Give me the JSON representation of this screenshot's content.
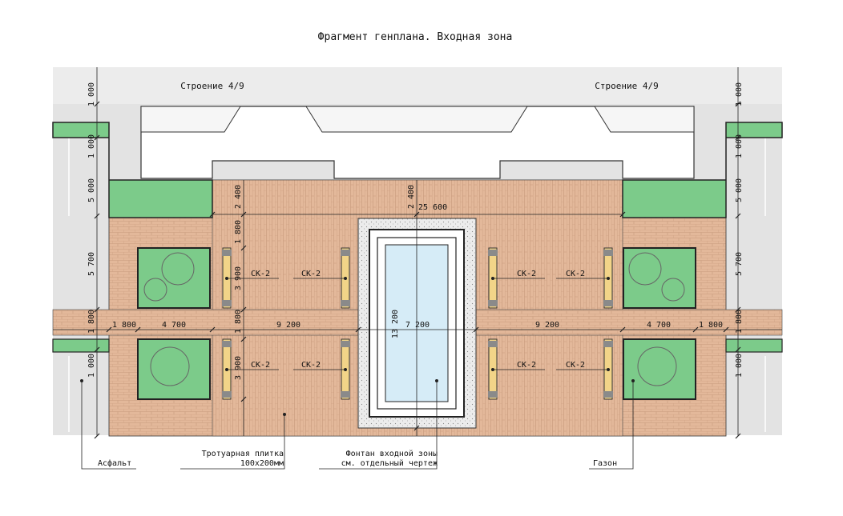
{
  "title": "Фрагмент генплана. Входная зона",
  "buildings": {
    "left": "Строение 4/9",
    "right": "Строение 4/9"
  },
  "dimensions": {
    "overall": "25 600",
    "h_left_outer": "1 800",
    "h_left_inner": "4 700",
    "h_mid_left": "9 200",
    "h_center": "7 200",
    "h_mid_right": "9 200",
    "h_right_inner": "4 700",
    "h_right_outer": "1 800",
    "v_top": "1 000",
    "v_second": "1 000",
    "v_third": "5 000",
    "v_fourth": "5 700",
    "v_mid": "1 800",
    "v_bottom": "1 000",
    "inner_top": "2 400",
    "inner_second": "1 800",
    "inner_bench_top": "3 900",
    "inner_mid": "1 800",
    "inner_bench_bottom": "3 900",
    "center_top": "2 400",
    "center_fountain": "13 200"
  },
  "bench_label": "СК-2",
  "callouts": {
    "asphalt": "Асфальт",
    "paving_line1": "Тротуарная плитка",
    "paving_line2": "100х200мм",
    "fountain_line1": "Фонтан входной зоны",
    "fountain_line2": "см. отдельный чертеж",
    "lawn": "Газон"
  },
  "colors": {
    "paving": "#e3b89a",
    "paving_joint": "#c89a7c",
    "lawn": "#7ccb8a",
    "asphalt": "#e3e3e3",
    "water": "#d6ecf7",
    "bench": "#f2d488",
    "outline": "#222222"
  }
}
